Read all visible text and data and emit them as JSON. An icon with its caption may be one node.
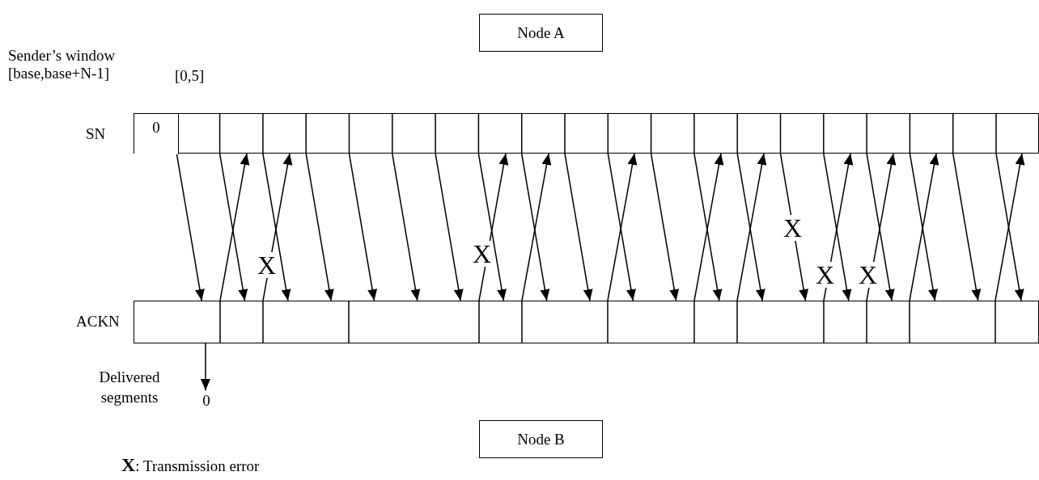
{
  "diagram": {
    "nodes": [
      {
        "text": [
          "Node A"
        ]
      },
      {
        "text": [],
        "shape": "bar",
        "beside": [
          "SN"
        ]
      },
      {
        "text": [
          "0"
        ],
        "in": 1
      },
      {
        "text": [],
        "shape": "bar",
        "beside": [
          "ACKN"
        ]
      },
      {
        "text": [
          "0"
        ],
        "beside": [
          "Delivered segments"
        ]
      },
      {
        "text": [
          "Node B"
        ]
      }
    ],
    "edges": [
      {
        "from": 1,
        "to": 3,
        "arrow": "to"
      },
      {
        "from": 3,
        "to": 1,
        "arrow": "to"
      },
      {
        "from": 1,
        "to": 3,
        "arrow": "to"
      },
      {
        "from": 3,
        "to": 1,
        "arrow": "to"
      },
      {
        "from": 1,
        "to": 3,
        "arrow": "to"
      },
      {
        "from": 1,
        "to": 3,
        "arrow": "to"
      },
      {
        "from": 1,
        "to": 3,
        "arrow": "to"
      },
      {
        "from": 1,
        "to": 3,
        "arrow": "to"
      },
      {
        "from": 1,
        "to": 3,
        "arrow": "to"
      },
      {
        "from": 3,
        "to": 1,
        "arrow": "to"
      },
      {
        "from": 1,
        "to": 3,
        "arrow": "to"
      },
      {
        "from": 3,
        "to": 1,
        "arrow": "to"
      },
      {
        "from": 1,
        "to": 3,
        "arrow": "to"
      },
      {
        "from": 1,
        "to": 3,
        "arrow": "to"
      },
      {
        "from": 1,
        "to": 3,
        "arrow": "to"
      },
      {
        "from": 3,
        "to": 1,
        "arrow": "to"
      },
      {
        "from": 1,
        "to": 3,
        "arrow": "to"
      },
      {
        "from": 1,
        "to": 3,
        "arrow": "to"
      },
      {
        "from": 3,
        "to": 1,
        "arrow": "to"
      },
      {
        "from": 1,
        "to": 3,
        "arrow": "to"
      },
      {
        "from": 3,
        "to": 1,
        "arrow": "to"
      },
      {
        "from": 1,
        "to": 3,
        "arrow": "to"
      },
      {
        "from": 1,
        "to": 3,
        "arrow": "to"
      },
      {
        "from": 3,
        "to": 1,
        "arrow": "to"
      },
      {
        "from": 1,
        "to": 3,
        "arrow": "to"
      },
      {
        "from": 3,
        "to": 1,
        "arrow": "to"
      },
      {
        "from": 1,
        "to": 3,
        "arrow": "to"
      },
      {
        "from": 3,
        "to": 1,
        "arrow": "to"
      },
      {
        "from": 1,
        "to": 3,
        "arrow": "to"
      },
      {
        "from": 1,
        "to": 3,
        "arrow": "to"
      },
      {
        "from": 3,
        "to": 1,
        "arrow": "to"
      },
      {
        "from": 3,
        "to": 4,
        "arrow": "to"
      }
    ],
    "labels": [
      "Sender’s window [base,base+N-1]",
      "[0,5]",
      "X",
      "X",
      "X",
      "X",
      "X"
    ],
    "legend": [
      {
        "text": "**X**: Transmission error"
      }
    ]
  }
}
